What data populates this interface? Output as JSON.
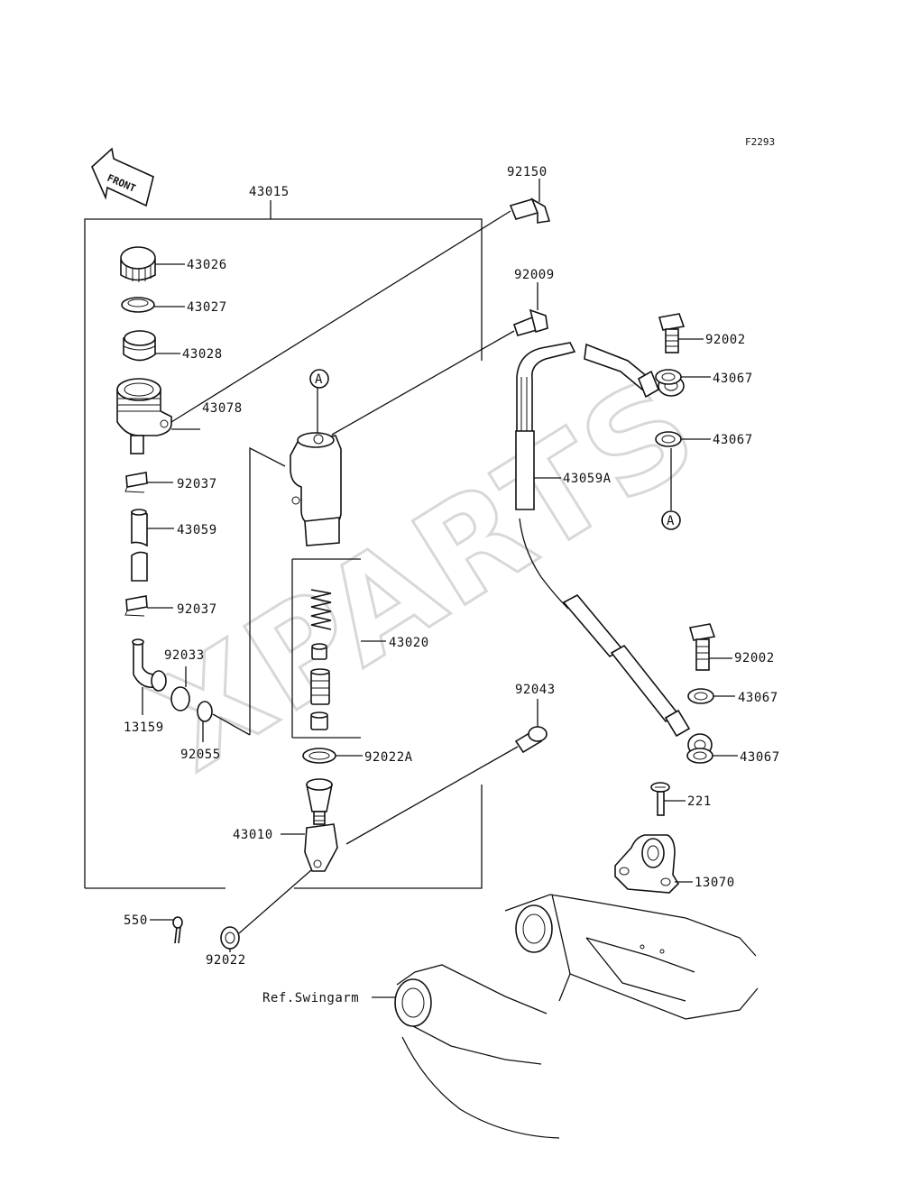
{
  "figure_code": "F2293",
  "front_label": "FRONT",
  "watermark": "XPARTS",
  "ref_label": "Ref.Swingarm",
  "callout_a": "A",
  "labels": {
    "p43015": "43015",
    "p92150": "92150",
    "p92009": "92009",
    "p43026": "43026",
    "p43027": "43027",
    "p43028": "43028",
    "p43078": "43078",
    "p92037a": "92037",
    "p43059": "43059",
    "p92037b": "92037",
    "p92033": "92033",
    "p13159": "13159",
    "p92055": "92055",
    "p43020": "43020",
    "p92022A": "92022A",
    "p43010": "43010",
    "p550": "550",
    "p92022": "92022",
    "p92043": "92043",
    "p92002a": "92002",
    "p43067a": "43067",
    "p43067b": "43067",
    "p43059A": "43059A",
    "p92002b": "92002",
    "p43067c": "43067",
    "p43067d": "43067",
    "p221": "221",
    "p13070": "13070"
  }
}
